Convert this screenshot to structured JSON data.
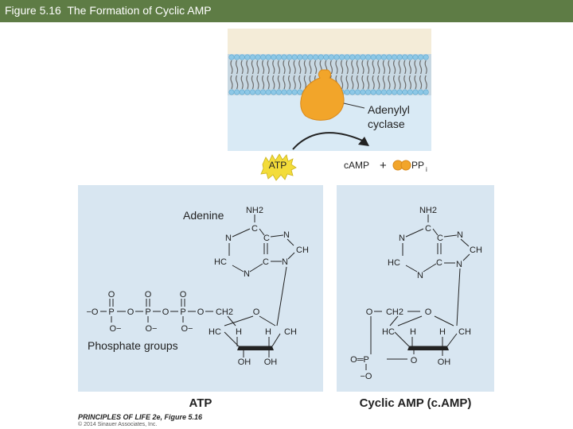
{
  "header": {
    "title": "Figure 5.16  The Formation of Cyclic AMP"
  },
  "membrane": {
    "enzyme_label_line1": "Adenylyl",
    "enzyme_label_line2": "cyclase",
    "atp_badge": "ATP",
    "product_camp": "cAMP",
    "plus": "+",
    "ppi": "PP",
    "ppi_sub": "i"
  },
  "atp_panel": {
    "caption": "ATP",
    "adenine_label": "Adenine",
    "phosphate_label": "Phosphate groups",
    "atoms": {
      "nh2": "NH2",
      "n": "N",
      "c": "C",
      "ch": "CH",
      "hc": "HC",
      "o": "O",
      "p": "P",
      "ominus": "O−",
      "minus_o": "−O",
      "ch2": "CH2",
      "h": "H",
      "oh": "OH"
    }
  },
  "camp_panel": {
    "caption": "Cyclic AMP (c.AMP)",
    "atoms": {
      "nh2": "NH2",
      "n": "N",
      "c": "C",
      "ch": "CH",
      "hc": "HC",
      "o": "O",
      "p": "P",
      "minus_o": "−O",
      "ch2": "CH2",
      "h": "H",
      "oh": "OH",
      "o_eq_p": "O═P"
    }
  },
  "credits": {
    "line1": "PRINCIPLES OF LIFE 2e, Figure 5.16",
    "line2": "© 2014 Sinauer Associates, Inc."
  },
  "colors": {
    "title_bar": "#5e7c45",
    "panel_bg": "#d8e6f1",
    "membrane_top": "#f4ecd8",
    "cytoplasm": "#d9eaf5",
    "phospholipid_head": "#8ec8e6",
    "enzyme": "#f2a52a",
    "atp_badge": "#f3dc3a"
  }
}
